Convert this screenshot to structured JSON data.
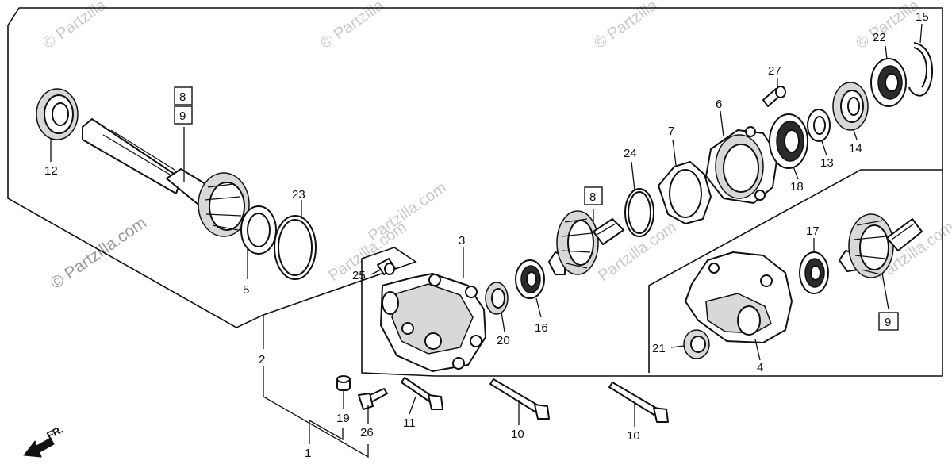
{
  "watermark": {
    "small": "© Partzilla",
    "large": "© Partzilla.com",
    "mid": "Partzilla.com"
  },
  "direction": {
    "label": "FR."
  },
  "callouts": {
    "c1": "1",
    "c2": "2",
    "c3": "3",
    "c4": "4",
    "c5": "5",
    "c6": "6",
    "c7": "7",
    "c8a": "8",
    "c8b": "8",
    "c9a": "9",
    "c9b": "9",
    "c10a": "10",
    "c10b": "10",
    "c11": "11",
    "c12": "12",
    "c13": "13",
    "c14": "14",
    "c15": "15",
    "c16": "16",
    "c17": "17",
    "c18": "18",
    "c19": "19",
    "c20": "20",
    "c21": "21",
    "c22": "22",
    "c23": "23",
    "c24": "24",
    "c25": "25",
    "c26": "26",
    "c27": "27"
  }
}
